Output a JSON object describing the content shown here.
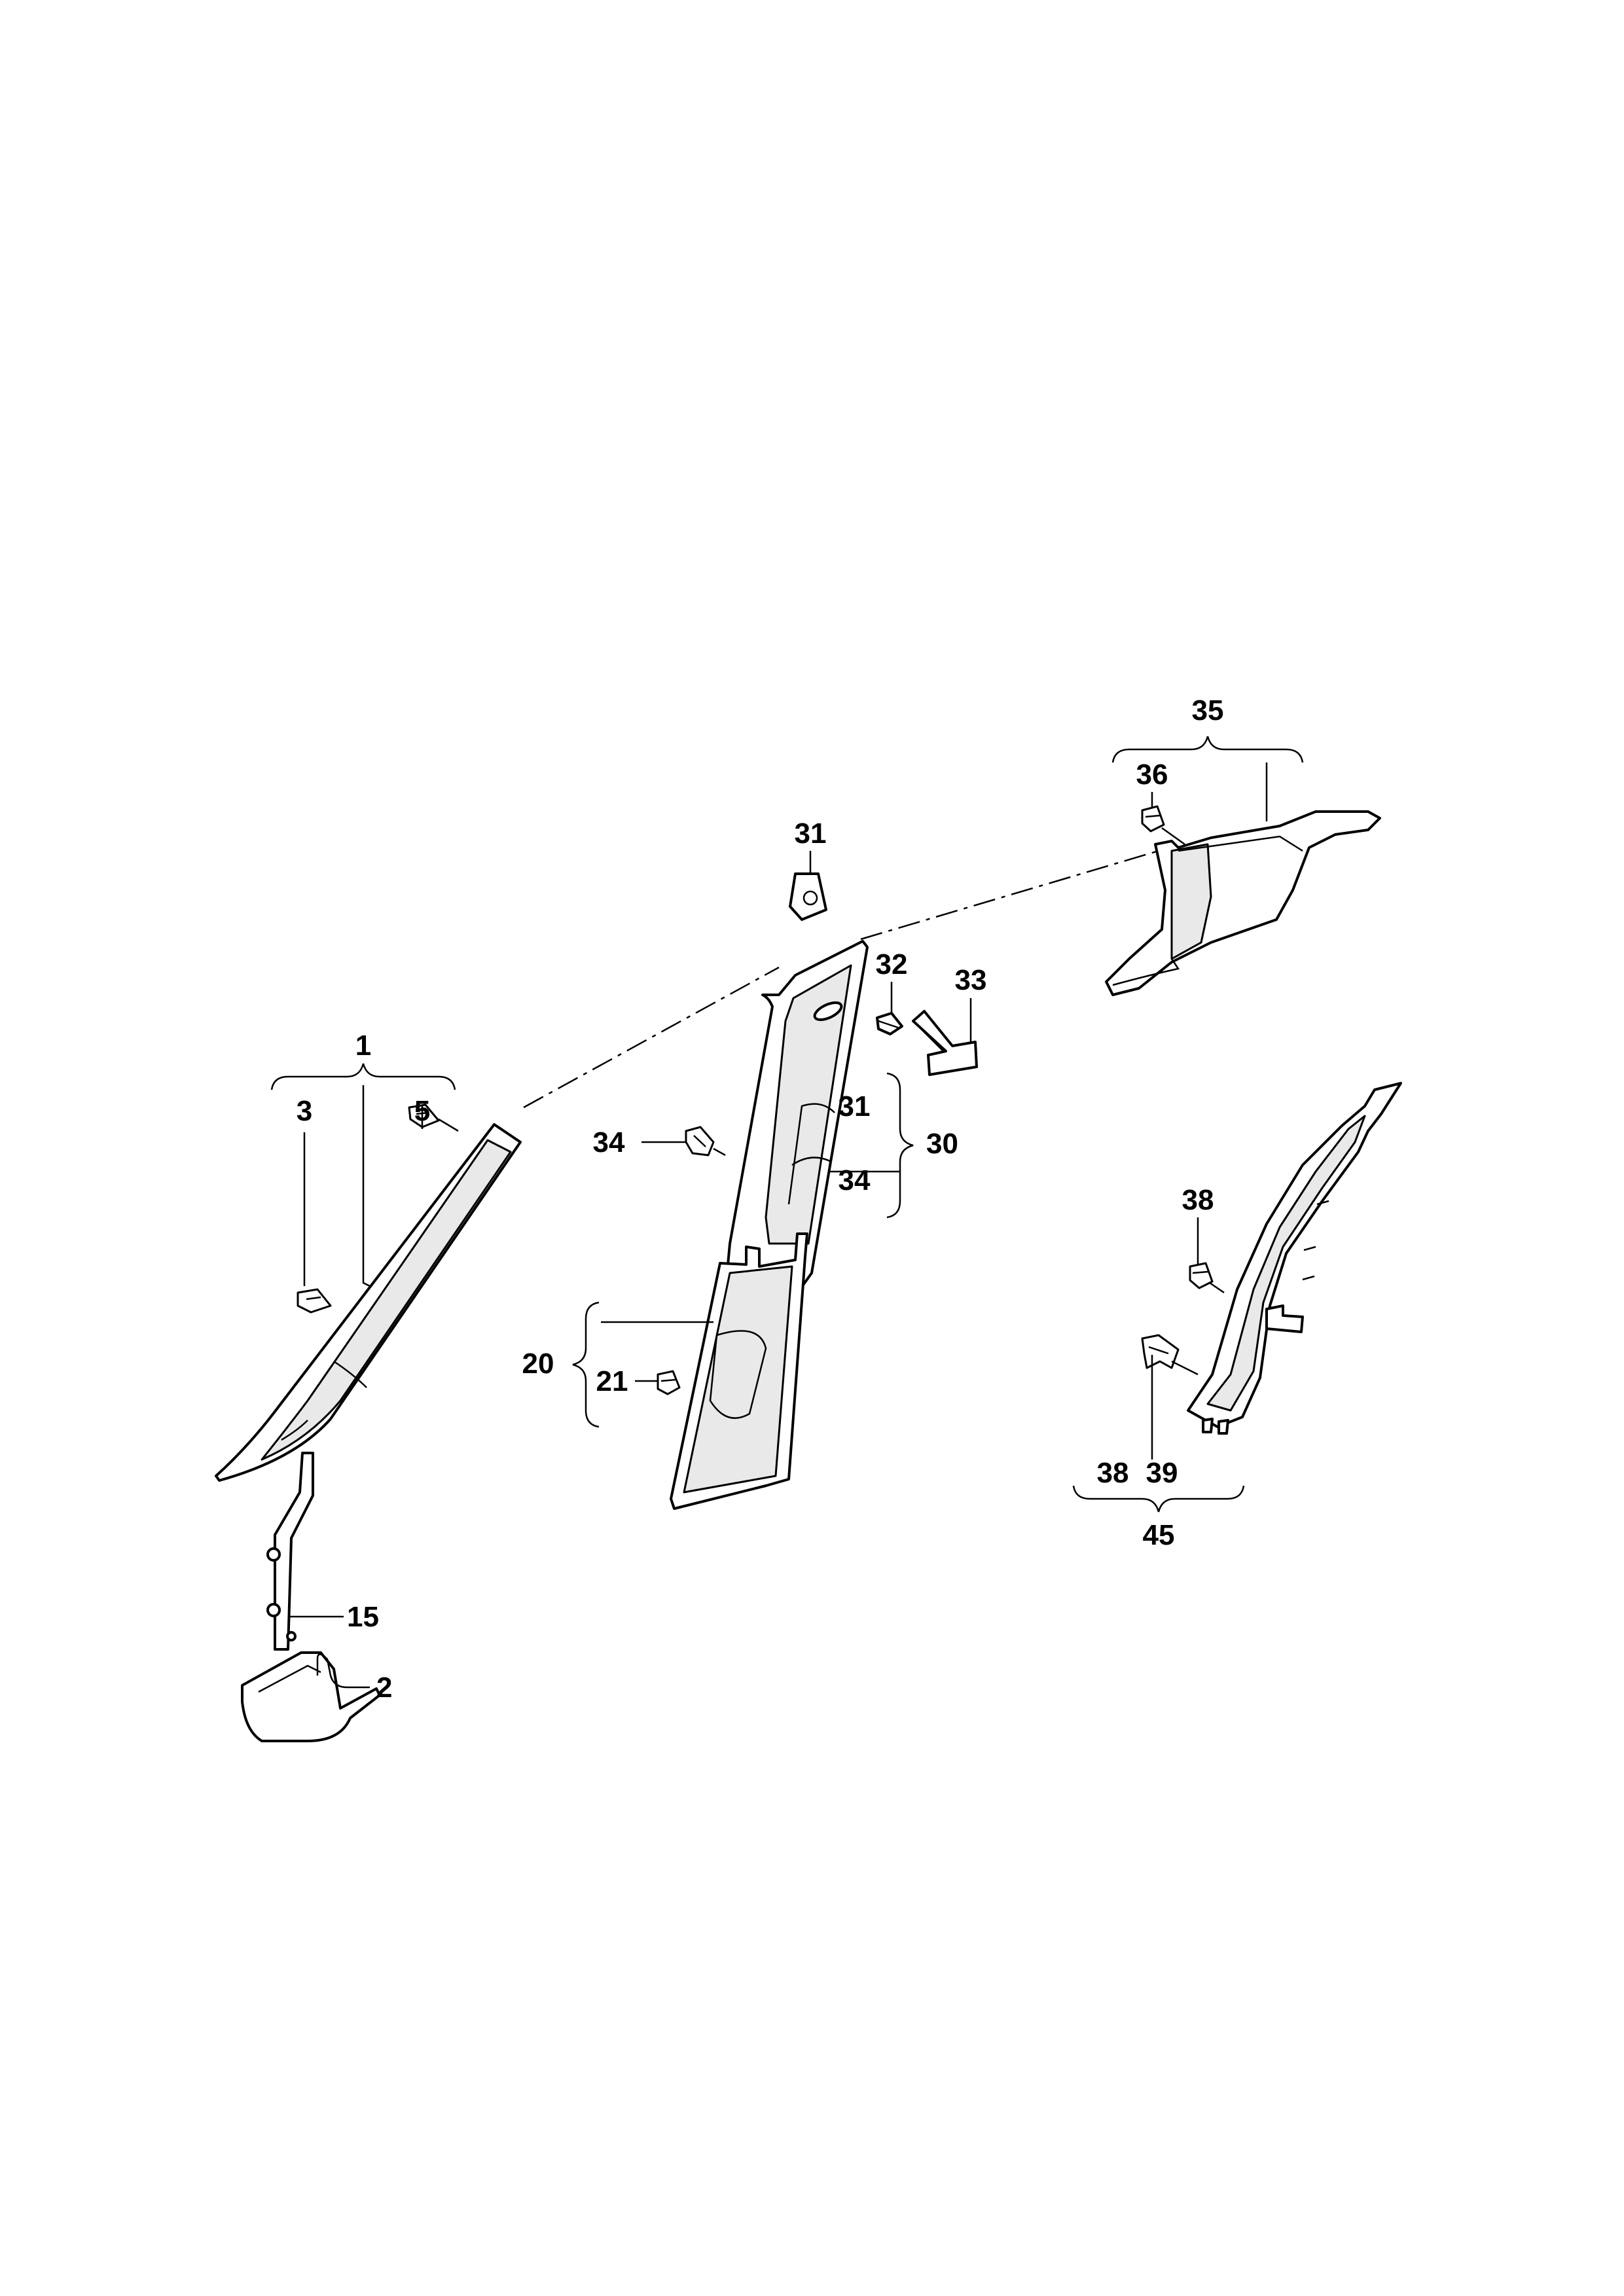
{
  "callouts": {
    "c1": "1",
    "c2": "2",
    "c3": "3",
    "c5": "5",
    "c15": "15",
    "c20": "20",
    "c21": "21",
    "c30": "30",
    "c31a": "31",
    "c31b": "31",
    "c32": "32",
    "c33": "33",
    "c34a": "34",
    "c34b": "34",
    "c35": "35",
    "c36": "36",
    "c38a": "38",
    "c38b": "38",
    "c39": "39",
    "c45": "45"
  }
}
